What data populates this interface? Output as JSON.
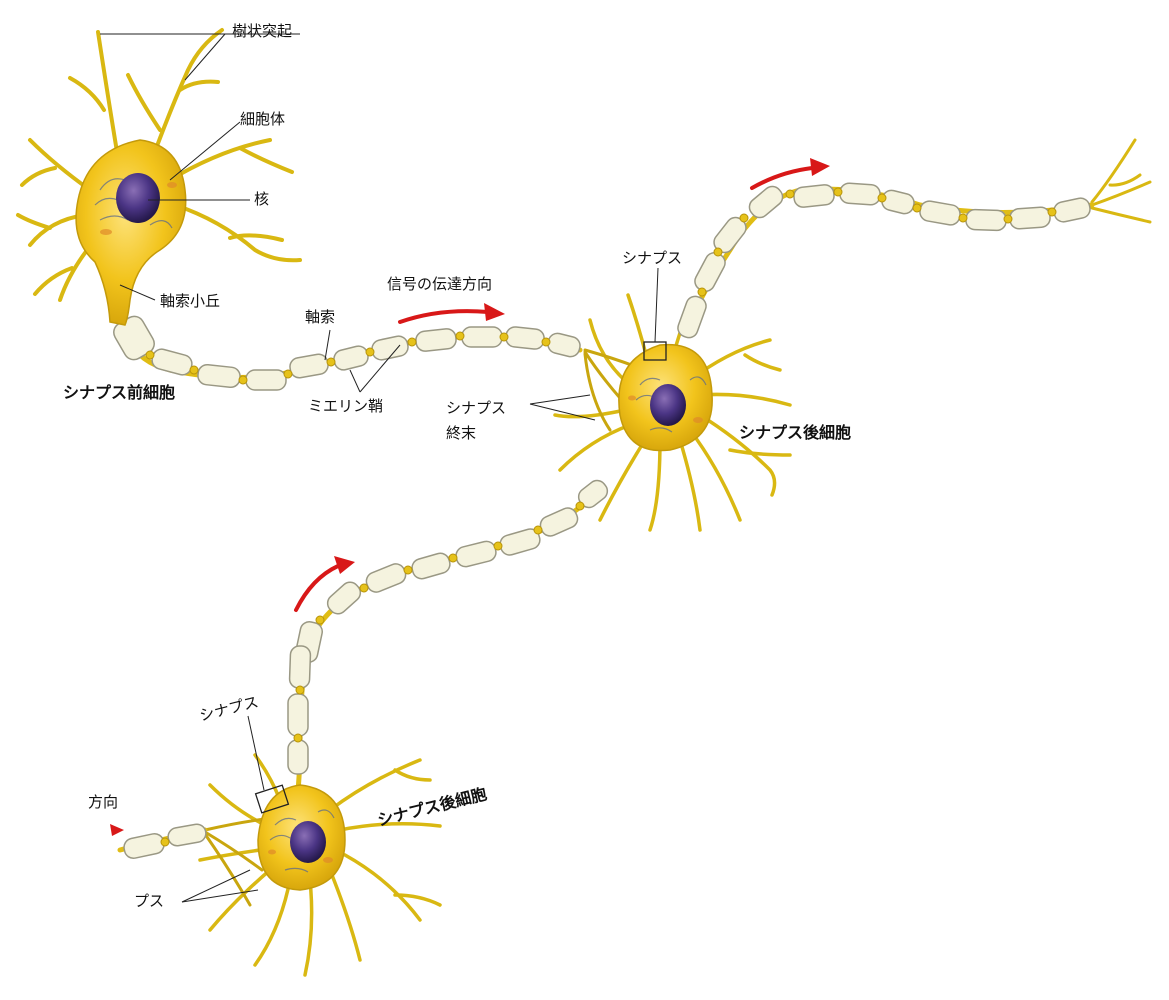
{
  "labels": {
    "dendrite": "樹状突起",
    "cell_body": "細胞体",
    "nucleus": "核",
    "axon_hillock": "軸索小丘",
    "axon": "軸索",
    "myelin_sheath": "ミエリン鞘",
    "signal_direction": "信号の伝達方向",
    "presynaptic_cell": "シナプス前細胞",
    "synapse_top": "シナプス",
    "synaptic_terminal": "シナプス\n終末",
    "postsynaptic_cell_1": "シナプス後細胞",
    "synapse_bottom": "シナプス",
    "postsynaptic_cell_2": "シナプス後細胞",
    "cut_direction": "方向",
    "cut_synapse": "プス"
  },
  "colors": {
    "neuron_fill": "#f2c41c",
    "neuron_edge": "#c49a0a",
    "dendrite": "#d9b812",
    "myelin": "#f5f3df",
    "myelin_edge": "#9a9884",
    "nucleus": "#3d2a6e",
    "signal_arrow": "#d81818",
    "leader_line": "#222222"
  }
}
